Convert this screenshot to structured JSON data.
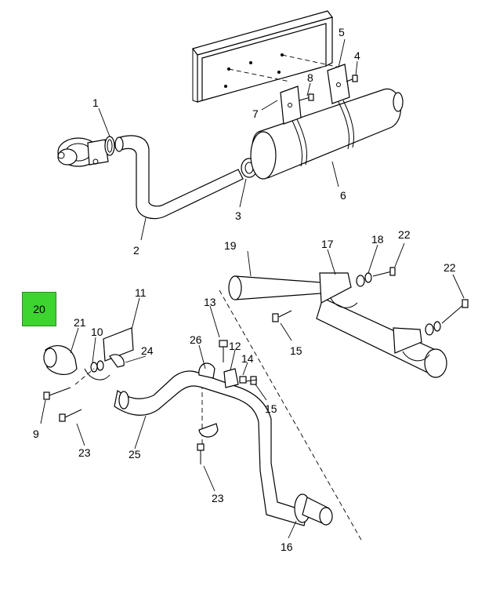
{
  "diagram": {
    "highlighted_part": "20",
    "highlight_color": "#3dd42f",
    "callouts": {
      "c1": "1",
      "c2": "2",
      "c3": "3",
      "c4": "4",
      "c5": "5",
      "c6": "6",
      "c7": "7",
      "c8": "8",
      "c9": "9",
      "c10": "10",
      "c11": "11",
      "c12": "12",
      "c13": "13",
      "c14": "14",
      "c15a": "15",
      "c15b": "15",
      "c16": "16",
      "c17": "17",
      "c18": "18",
      "c19": "19",
      "c21": "21",
      "c22a": "22",
      "c22b": "22",
      "c23a": "23",
      "c23b": "23",
      "c24": "24",
      "c25": "25",
      "c26": "26"
    }
  }
}
